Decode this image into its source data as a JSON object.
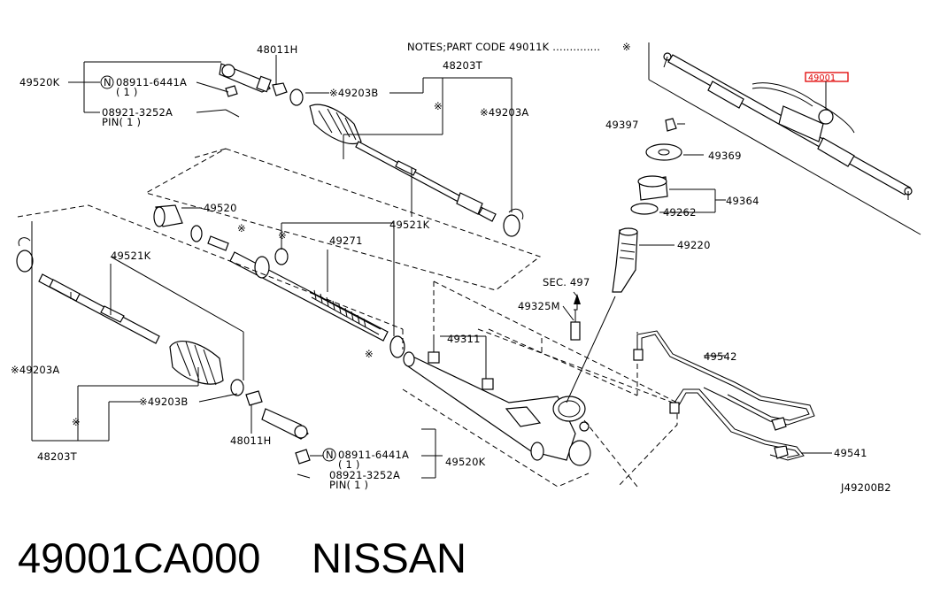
{
  "notes": "NOTES;PART CODE  49011K ..............",
  "notes_mark": "※",
  "diagram_code": "J49200B2",
  "highlight_code": "49001",
  "labels": {
    "l49520K_top": "49520K",
    "l08911_top": "08911-6441A",
    "l08911_top_qty": "( 1 )",
    "l08921_top": "08921-3252A",
    "l08921_top_pin": "PIN( 1 )",
    "l48011H_top": "48011H",
    "l49203B_top": "※49203B",
    "l48203T_top": "48203T",
    "l49203A_top": "※49203A",
    "l49521K_top": "49521K",
    "l49520": "49520",
    "l49271": "49271",
    "l49521K_left": "49521K",
    "l49203A_left": "※49203A",
    "l49203B_bot": "※49203B",
    "l48011H_bot": "48011H",
    "l48203T_bot": "48203T",
    "l08911_bot": "08911-6441A",
    "l08911_bot_qty": "( 1 )",
    "l08921_bot": "08921-3252A",
    "l08921_bot_pin": "PIN( 1 )",
    "l49520K_bot": "49520K",
    "l49397": "49397",
    "l49369": "49369",
    "l49364": "49364",
    "l49262": "49262",
    "l49220": "49220",
    "lSEC497": "SEC. 497",
    "l49325M": "49325M",
    "l49311": "49311",
    "l49542": "49542",
    "l49541": "49541",
    "mark": "※",
    "circleN": "N"
  },
  "caption": {
    "part_number": "49001CA000",
    "brand": "NISSAN"
  },
  "colors": {
    "line": "#000000",
    "highlight": "#e00000",
    "background": "#ffffff"
  }
}
